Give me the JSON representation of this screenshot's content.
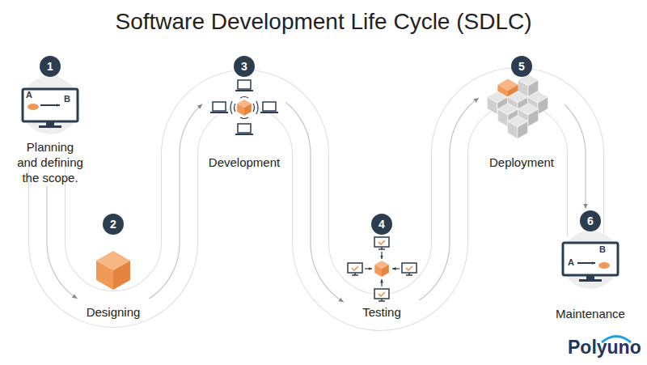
{
  "diagram": {
    "title": "Software Development Life Cycle (SDLC)",
    "nodes": [
      {
        "text": [
          "1",
          "Planning and defining the scope."
        ]
      },
      {
        "text": [
          "2",
          "Designing"
        ]
      },
      {
        "text": [
          "3",
          "Development"
        ]
      },
      {
        "text": [
          "4",
          "Testing"
        ]
      },
      {
        "text": [
          "5",
          "Deployment"
        ]
      },
      {
        "text": [
          "6",
          "Maintenance"
        ]
      }
    ],
    "edges": [
      {
        "from": 0,
        "to": 1,
        "arrow": "to"
      },
      {
        "from": 1,
        "to": 2,
        "arrow": "to"
      },
      {
        "from": 2,
        "to": 3,
        "arrow": "to"
      },
      {
        "from": 3,
        "to": 4,
        "arrow": "to"
      },
      {
        "from": 4,
        "to": 5,
        "arrow": "to"
      }
    ],
    "labels": [
      "A",
      "B",
      "A",
      "B",
      "Polyuno"
    ]
  }
}
